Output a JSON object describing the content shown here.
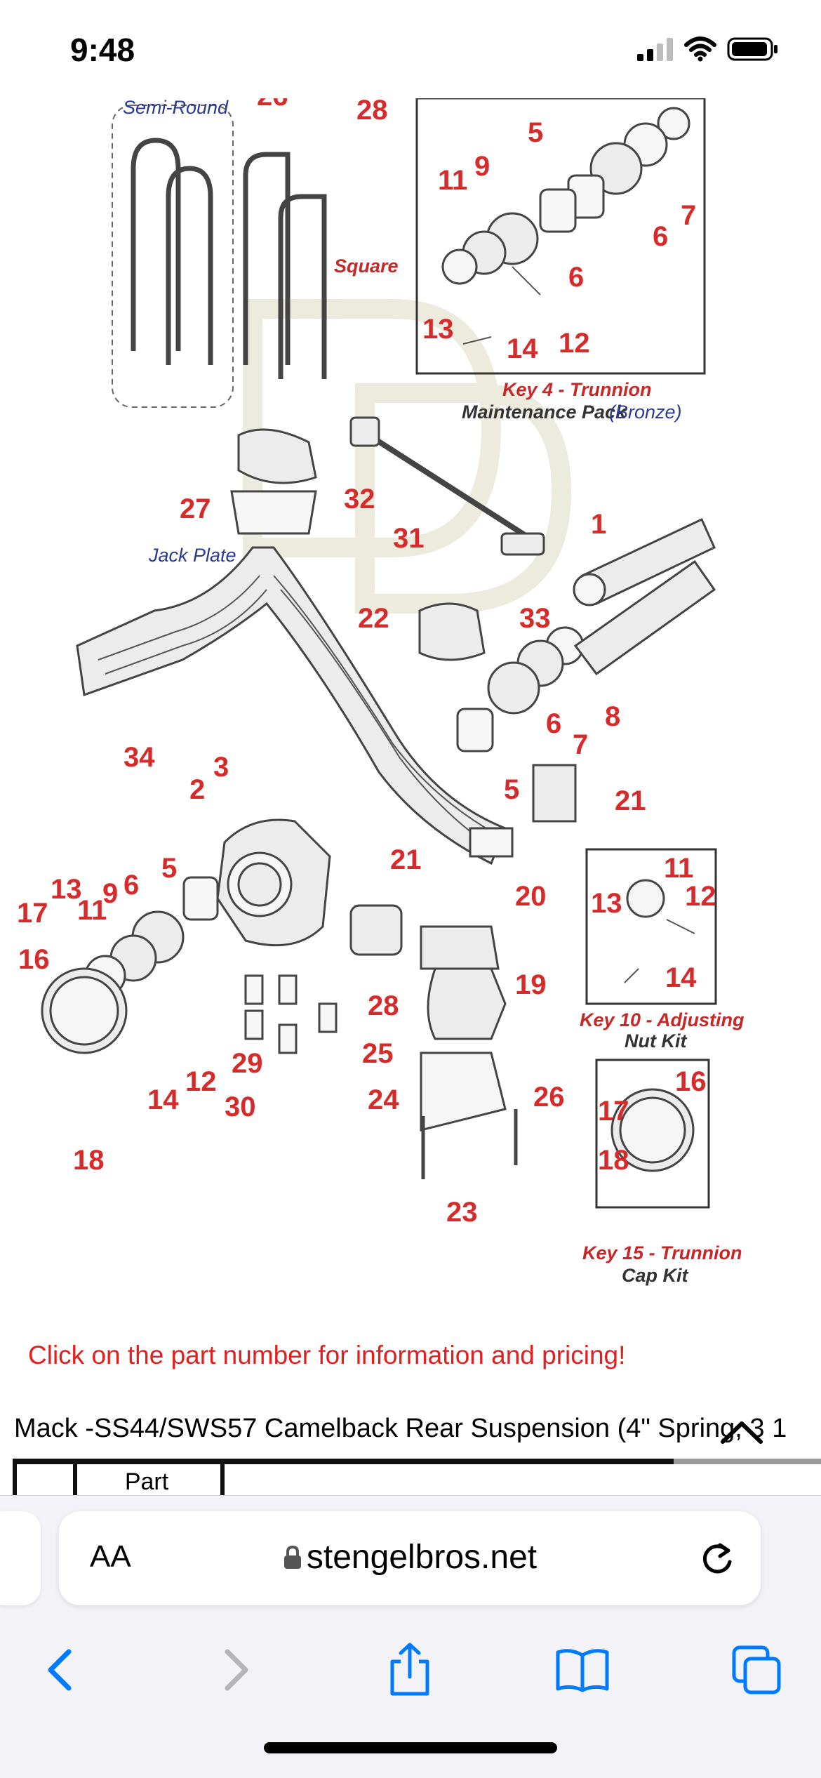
{
  "status_bar": {
    "time": "9:48",
    "icons": [
      "cellular-signal-icon",
      "wifi-icon",
      "battery-icon"
    ]
  },
  "diagram": {
    "labels": {
      "semi_round": "Semi-Round",
      "square": "Square",
      "jack_plate": "Jack Plate",
      "key4_a": "Key 4 - Trunnion",
      "key4_b": "Maintenance Pack",
      "key4_c": "(Bronze)",
      "key10_a": "Key 10 - Adjusting",
      "key10_b": "Nut Kit",
      "key15_a": "Key 15 - Trunnion",
      "key15_b": "Cap Kit"
    },
    "part_numbers": [
      "26",
      "28",
      "5",
      "9",
      "11",
      "7",
      "6",
      "6",
      "13",
      "14",
      "12",
      "27",
      "32",
      "31",
      "1",
      "22",
      "33",
      "34",
      "3",
      "2",
      "6",
      "7",
      "8",
      "5",
      "21",
      "21",
      "20",
      "13",
      "9",
      "6",
      "5",
      "17",
      "11",
      "16",
      "12",
      "14",
      "29",
      "28",
      "30",
      "25",
      "24",
      "19",
      "26",
      "23",
      "18",
      "11",
      "12",
      "13",
      "14",
      "16",
      "17",
      "18"
    ]
  },
  "info_text": "Click on the part number for information and pricing!",
  "table": {
    "title": "Mack -SS44/SWS57 Camelback Rear Suspension (4\" Spring, 3 1",
    "header_part": "Part"
  },
  "browser": {
    "text_size_button": "AA",
    "url": "stengelbros.net",
    "toolbar": [
      "back-icon",
      "forward-icon",
      "share-icon",
      "bookmarks-icon",
      "tabs-icon"
    ]
  },
  "colors": {
    "accent": "#007aff",
    "part_label_red": "#d62b2b",
    "info_red": "#e02020"
  }
}
